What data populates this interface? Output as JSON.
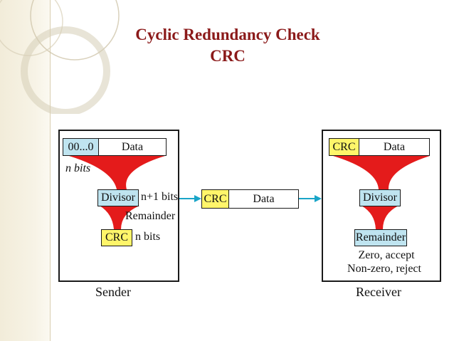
{
  "title": {
    "line1": "Cyclic Redundancy Check",
    "line2": "CRC"
  },
  "colors": {
    "title": "#8b1a1a",
    "funnel": "#e41b1b",
    "arrow": "#1aa5c8",
    "yellow": "#fff56a",
    "blue": "#bfe4f0"
  },
  "sender": {
    "label": "Sender",
    "zeros": "00...0",
    "data": "Data",
    "n_bits": "n bits",
    "divisor": "Divisor",
    "n_plus_1_bits": "n+1 bits",
    "remainder": "Remainder",
    "crc": "CRC",
    "crc_n_bits": "n bits"
  },
  "transmitted": {
    "crc": "CRC",
    "data": "Data"
  },
  "receiver": {
    "label": "Receiver",
    "crc": "CRC",
    "data": "Data",
    "divisor": "Divisor",
    "remainder": "Remainder",
    "zero": "Zero, accept",
    "nonzero": "Non-zero, reject"
  }
}
